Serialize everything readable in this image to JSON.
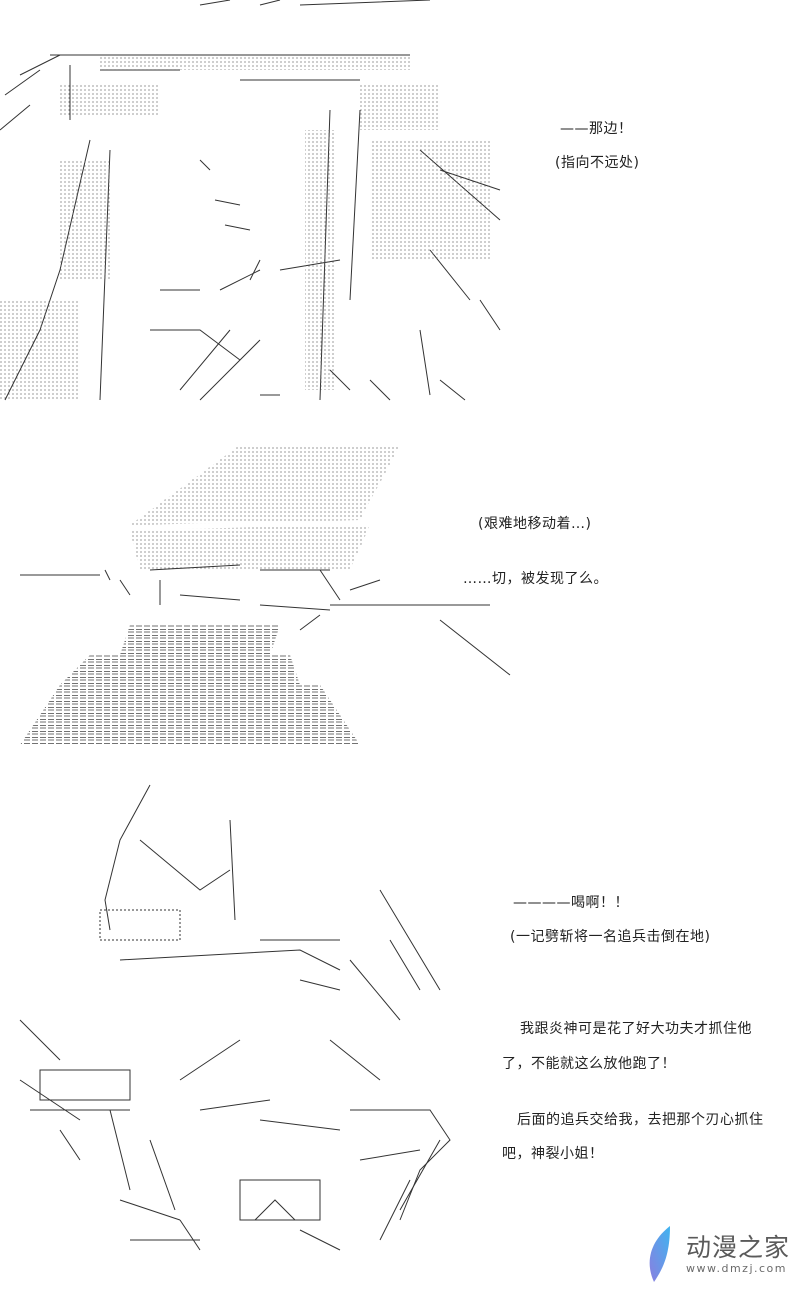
{
  "panel1": {
    "line1": "——那边！",
    "line2": "(指向不远处)"
  },
  "panel2": {
    "line1": "(艰难地移动着…)",
    "line2": "……切，被发现了么。"
  },
  "panel3": {
    "line1": "————喝啊！！",
    "line2": "(一记劈斩将一名追兵击倒在地)",
    "para1_a": "我跟炎神可是花了好大功夫才抓住他",
    "para1_b": "了，不能就这么放他跑了！",
    "para2_a": "后面的追兵交给我，去把那个刃心抓住",
    "para2_b": "吧，神裂小姐！"
  },
  "watermark": {
    "name": "动漫之家",
    "url": "www.dmzj.com",
    "color": "#4a90e2"
  }
}
